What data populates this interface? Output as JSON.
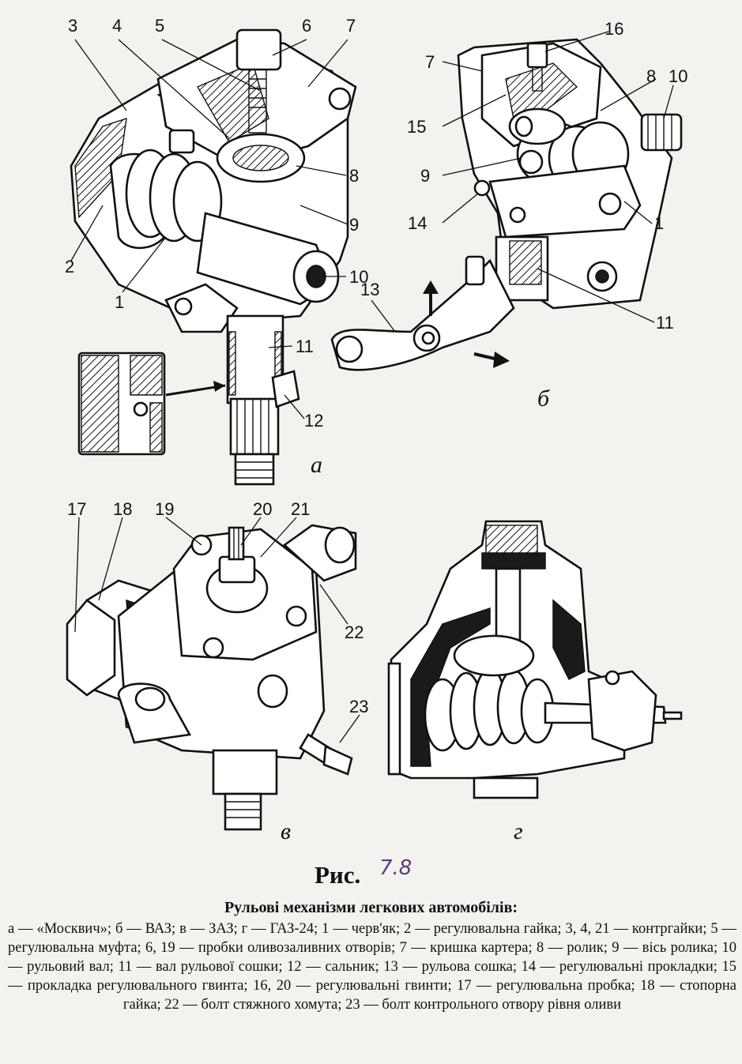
{
  "figure": {
    "sub_labels": [
      "а",
      "б",
      "в",
      "г"
    ],
    "callouts": {
      "a": [
        "1",
        "2",
        "3",
        "4",
        "5",
        "6",
        "7",
        "8",
        "9",
        "10",
        "11",
        "12"
      ],
      "b": [
        "1",
        "7",
        "8",
        "9",
        "10",
        "11",
        "13",
        "14",
        "15",
        "16"
      ],
      "v": [
        "17",
        "18",
        "19",
        "20",
        "21",
        "22",
        "23"
      ]
    }
  },
  "caption": {
    "prefix": "Рис.",
    "handwritten_number": "7.8",
    "title": "Рульові механізми легкових автомобілів:",
    "body": "а — «Москвич»; б — ВАЗ; в — ЗАЗ; г — ГАЗ-24; 1 — черв'як; 2 — регулювальна гайка; 3, 4, 21 — контргайки; 5 — регулювальна муфта; 6, 19 — пробки оливозаливних отворів; 7 — кришка картера; 8 — ролик; 9 — вісь ролика; 10 — рульовий вал; 11 — вал рульової сошки; 12 — сальник; 13 — рульова сошка; 14 — регулювальні прокладки; 15 — прокладка регулювального гвинта; 16, 20 — регулювальні гвинти; 17 — регулювальна пробка; 18 — стопорна гайка; 22 — болт стяжного хомута; 23 — болт контрольного отвору рівня оливи"
  }
}
